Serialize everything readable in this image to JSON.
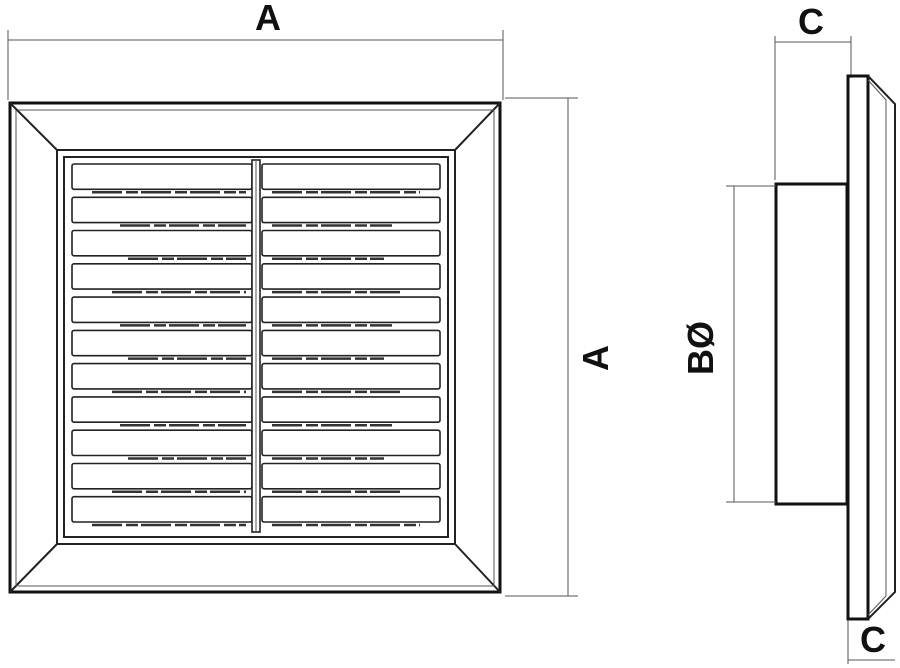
{
  "dimensions": {
    "width_label": "A",
    "height_label": "A",
    "depth_top_label": "C",
    "depth_bottom_label": "C",
    "diameter_label": "BØ"
  },
  "grille": {
    "slat_rows": 11,
    "slat_columns": 2
  },
  "colors": {
    "line": "#111111",
    "dimension_line": "#555555",
    "background": "#ffffff"
  }
}
